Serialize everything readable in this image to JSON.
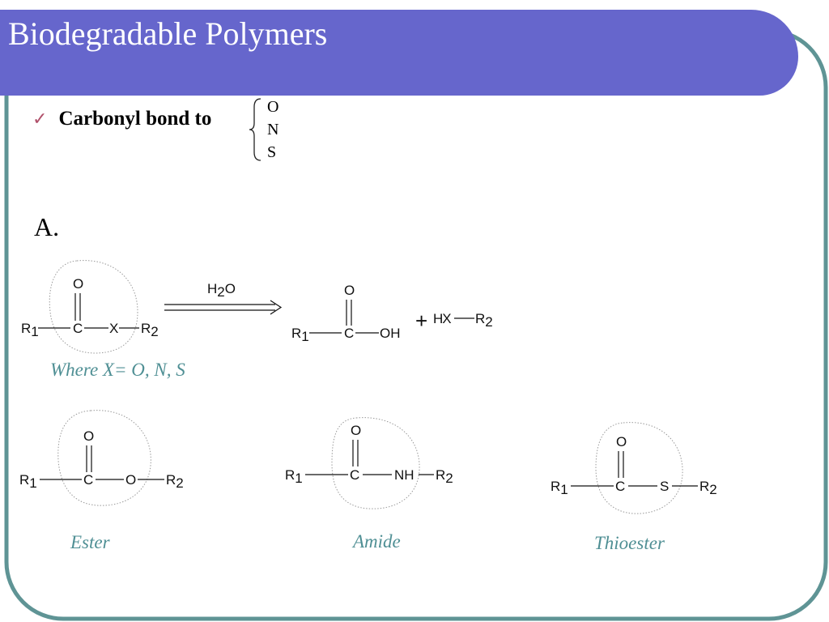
{
  "title": "Biodegradable Polymers",
  "bullet": {
    "check": "✓",
    "text": "Carbonyl bond to",
    "brace_items": [
      "O",
      "N",
      "S"
    ]
  },
  "section_label": "A.",
  "reaction": {
    "reactant": {
      "o": "O",
      "r1": "R",
      "r1_sub": "1",
      "c": "C",
      "x": "X",
      "r2": "R",
      "r2_sub": "2"
    },
    "reagent": {
      "h": "H",
      "h_sub": "2",
      "o": "O"
    },
    "product": {
      "o": "O",
      "r1": "R",
      "r1_sub": "1",
      "c": "C",
      "oh": "OH"
    },
    "plus": "+",
    "byproduct": {
      "hx": "HX",
      "r2": "R",
      "r2_sub": "2"
    },
    "where_caption": "Where X= O, N, S"
  },
  "structures": [
    {
      "name": "Ester",
      "o": "O",
      "r1": "R",
      "r1_sub": "1",
      "c": "C",
      "hetero": "O",
      "r2": "R",
      "r2_sub": "2"
    },
    {
      "name": "Amide",
      "o": "O",
      "r1": "R",
      "r1_sub": "1",
      "c": "C",
      "hetero": "NH",
      "r2": "R",
      "r2_sub": "2"
    },
    {
      "name": "Thioester",
      "o": "O",
      "r1": "R",
      "r1_sub": "1",
      "c": "C",
      "hetero": "S",
      "r2": "R",
      "r2_sub": "2"
    }
  ],
  "colors": {
    "title_bar": "#6666cc",
    "frame_border": "#5f9495",
    "caption": "#4f8f94",
    "check": "#b0506a"
  }
}
